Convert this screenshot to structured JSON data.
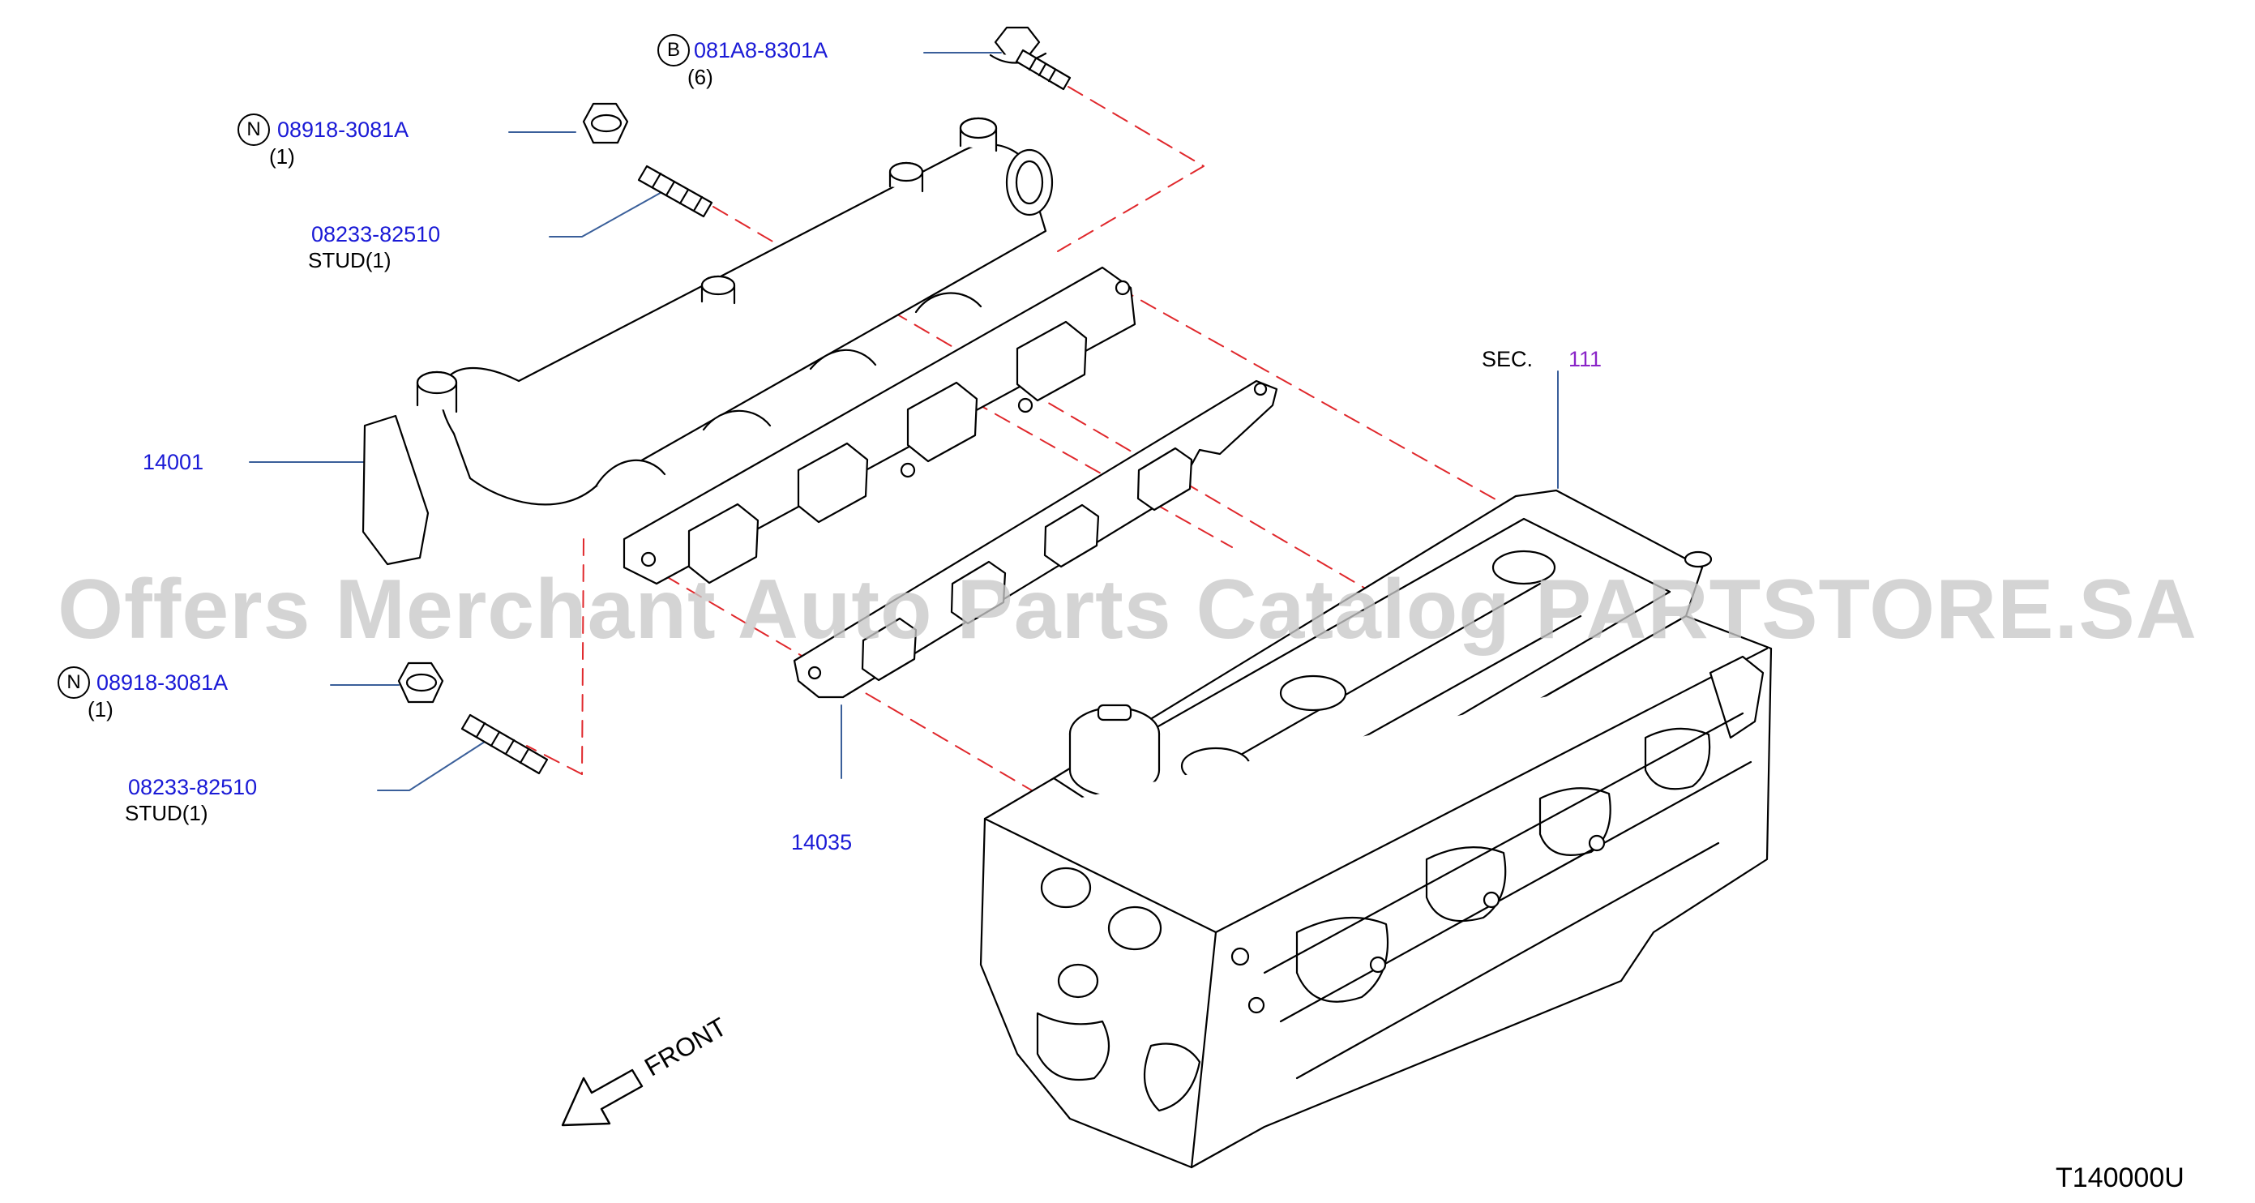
{
  "colors": {
    "part_number": "#1a1ad6",
    "section_number": "#8a24c8",
    "leader_line": "#3a5f9a",
    "phantom_line": "#e0282c",
    "drawing_line": "#000000",
    "watermark": "#c8c8c8"
  },
  "callouts": {
    "bolt_top": {
      "symbol": "B",
      "part_number": "081A8-8301A",
      "quantity": "(6)"
    },
    "nut_upper": {
      "symbol": "N",
      "part_number": "08918-3081A",
      "quantity": "(1)"
    },
    "stud_upper": {
      "part_number": "08233-82510",
      "description": "STUD(1)"
    },
    "manifold": {
      "part_number": "14001"
    },
    "nut_lower": {
      "symbol": "N",
      "part_number": "08918-3081A",
      "quantity": "(1)"
    },
    "stud_lower": {
      "part_number": "08233-82510",
      "description": "STUD(1)"
    },
    "gasket": {
      "part_number": "14035"
    },
    "section_ref": {
      "prefix": "SEC.",
      "number": "111"
    }
  },
  "front_arrow": {
    "label": "FRONT",
    "icon": "front-direction-arrow-icon"
  },
  "watermark": "Offers Merchant Auto Parts Catalog PARTSTORE.SA",
  "diagram_code": "T140000U"
}
